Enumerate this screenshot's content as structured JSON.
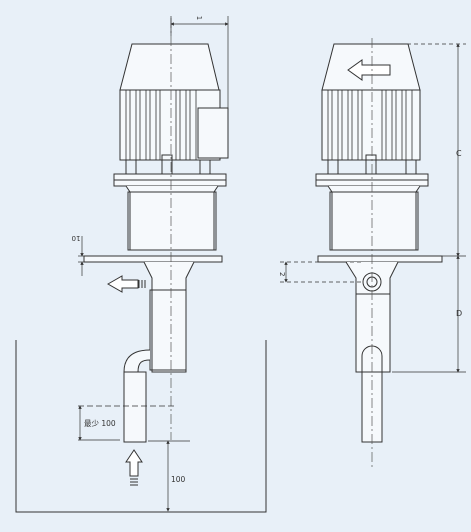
{
  "labels": {
    "top_dim": "1",
    "flange_thickness": "10",
    "offset": "2",
    "dim_c": "C",
    "dim_d": "D",
    "min_depth": "最少 100",
    "bottom_clearance": "100"
  },
  "icons": [
    "outlet-arrow-icon",
    "inlet-arrow-icon",
    "rotation-arrow-icon"
  ],
  "colors": {
    "background": "#e8f0f8",
    "line": "#333333",
    "centerline": "#555555"
  }
}
